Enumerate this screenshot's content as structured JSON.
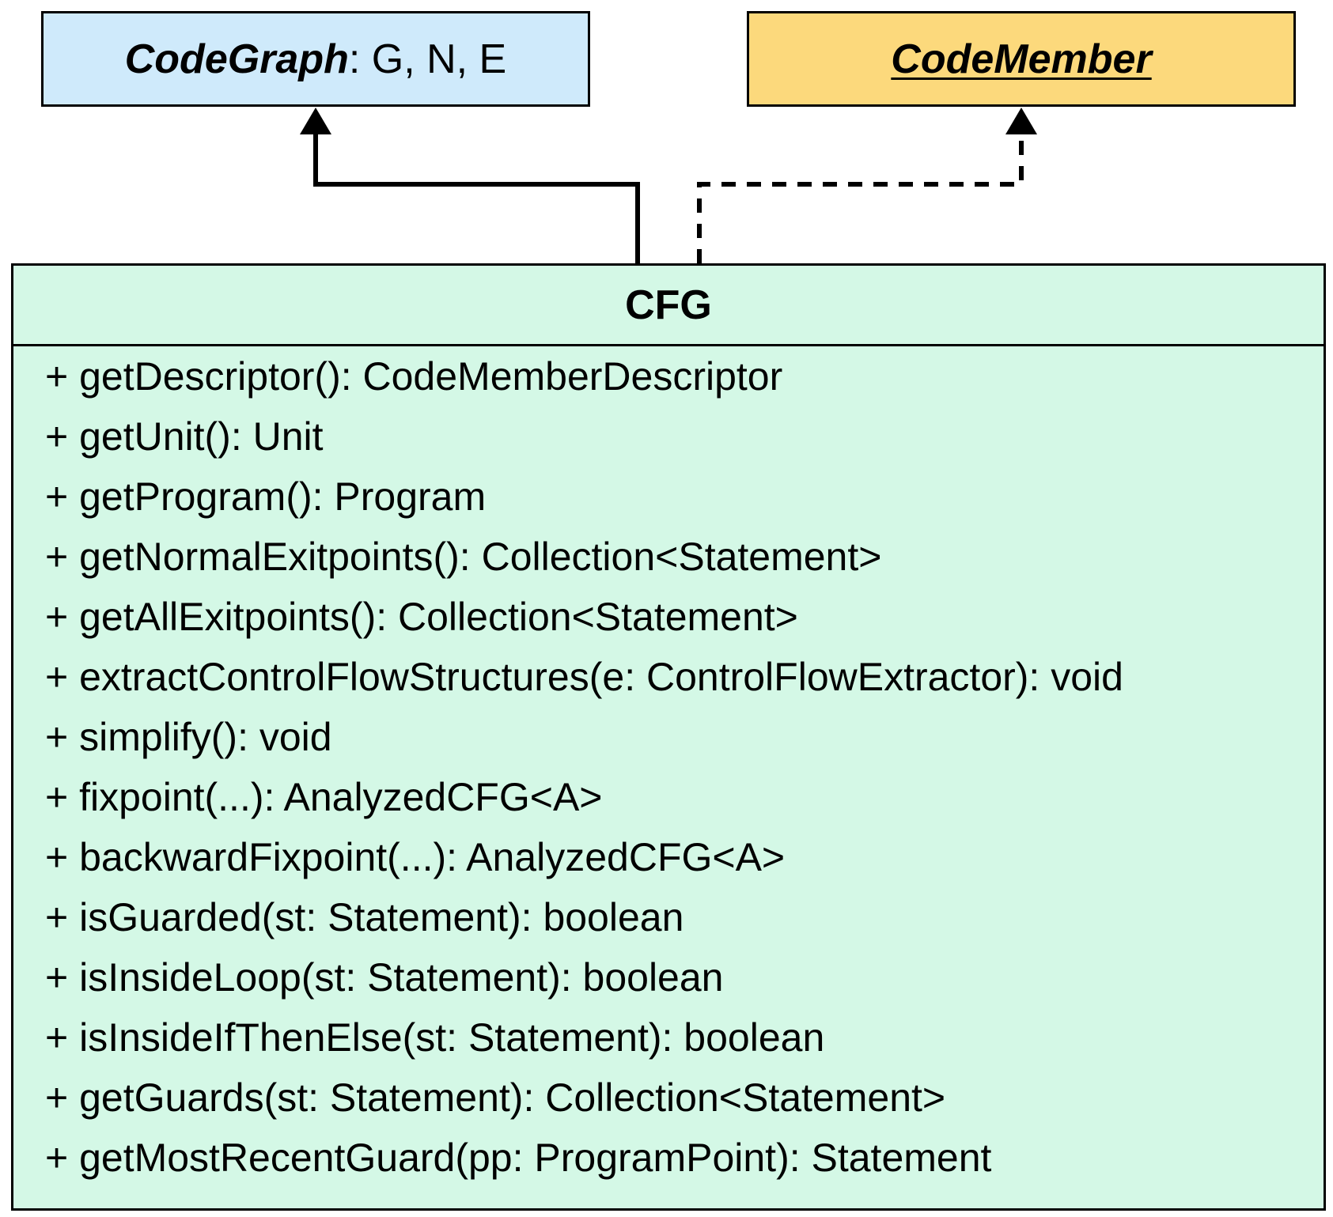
{
  "colors": {
    "codegraph_fill": "#cfeafb",
    "codemember_fill": "#fcd97c",
    "cfg_fill": "#d4f8e6",
    "border": "#000000"
  },
  "codegraph": {
    "name": "CodeGraph",
    "params": ": G, N, E"
  },
  "codemember": {
    "name": "CodeMember"
  },
  "cfg": {
    "title": "CFG",
    "methods": [
      "+ getDescriptor(): CodeMemberDescriptor",
      "+ getUnit(): Unit",
      "+ getProgram(): Program",
      "+ getNormalExitpoints(): Collection<Statement>",
      "+ getAllExitpoints(): Collection<Statement>",
      "+ extractControlFlowStructures(e: ControlFlowExtractor): void",
      "+ simplify(): void",
      "+ fixpoint(...): AnalyzedCFG<A>",
      "+ backwardFixpoint(...): AnalyzedCFG<A>",
      "+ isGuarded(st: Statement): boolean",
      "+ isInsideLoop(st: Statement): boolean",
      "+ isInsideIfThenElse(st: Statement): boolean",
      "+ getGuards(st: Statement): Collection<Statement>",
      "+ getMostRecentGuard(pp: ProgramPoint): Statement"
    ]
  }
}
